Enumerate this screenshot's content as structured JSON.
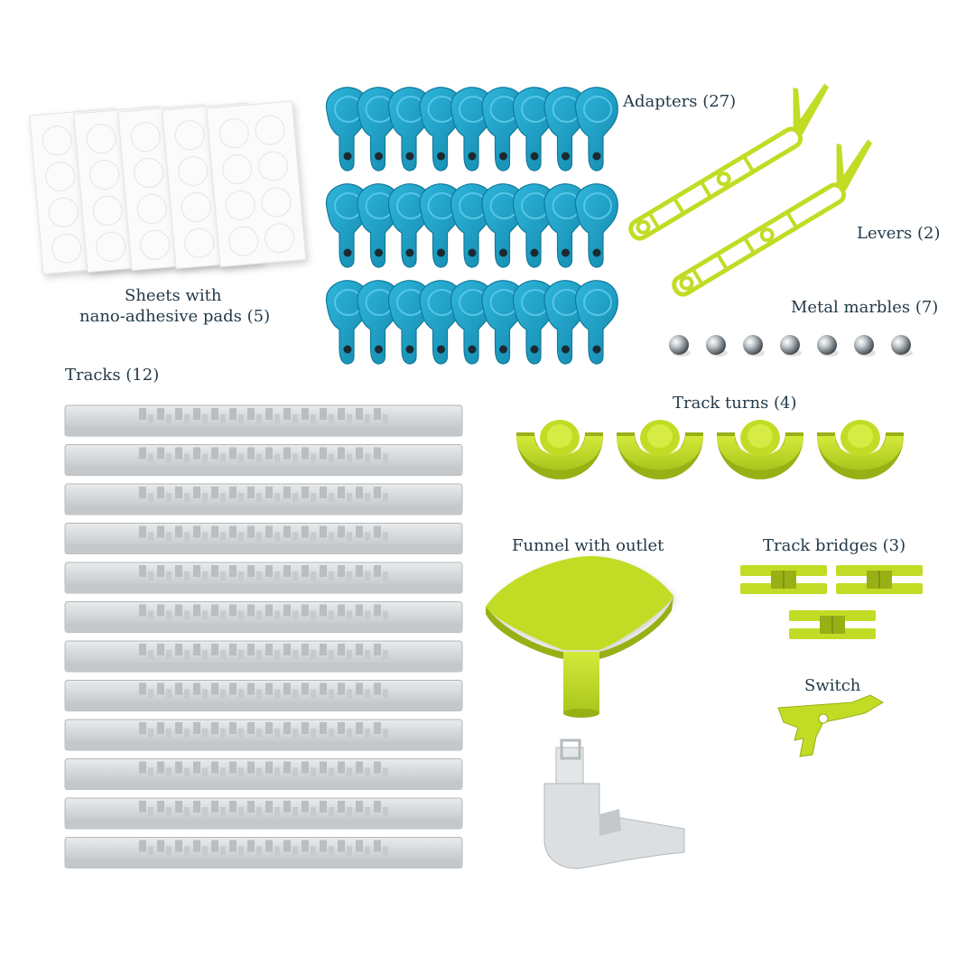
{
  "labels": {
    "sheets_line1": "Sheets with",
    "sheets_line2": "nano-adhesive pads (5)",
    "adapters": "Adapters (27)",
    "levers": "Levers (2)",
    "marbles": "Metal marbles (7)",
    "tracks": "Tracks (12)",
    "track_turns": "Track turns (4)",
    "funnel": "Funnel with outlet",
    "track_bridges": "Track bridges (3)",
    "switch": "Switch"
  },
  "counts": {
    "sheets": 5,
    "adapters": 27,
    "levers": 2,
    "marbles": 7,
    "tracks": 12,
    "track_turns": 4,
    "track_bridges": 3,
    "switch": 1,
    "funnel": 1
  },
  "colors": {
    "background": "#ffffff",
    "label_text": "#233a48",
    "adapter_blue": "#1fa3c8",
    "adapter_blue_dark": "#127a99",
    "lime": "#c2dc26",
    "lime_dark": "#98b015",
    "track_gray": "#d6d9db",
    "track_gray_dark": "#b3b8bb",
    "marble_steel": "#9aa2a8",
    "sheet_white": "#fbfbfb"
  }
}
